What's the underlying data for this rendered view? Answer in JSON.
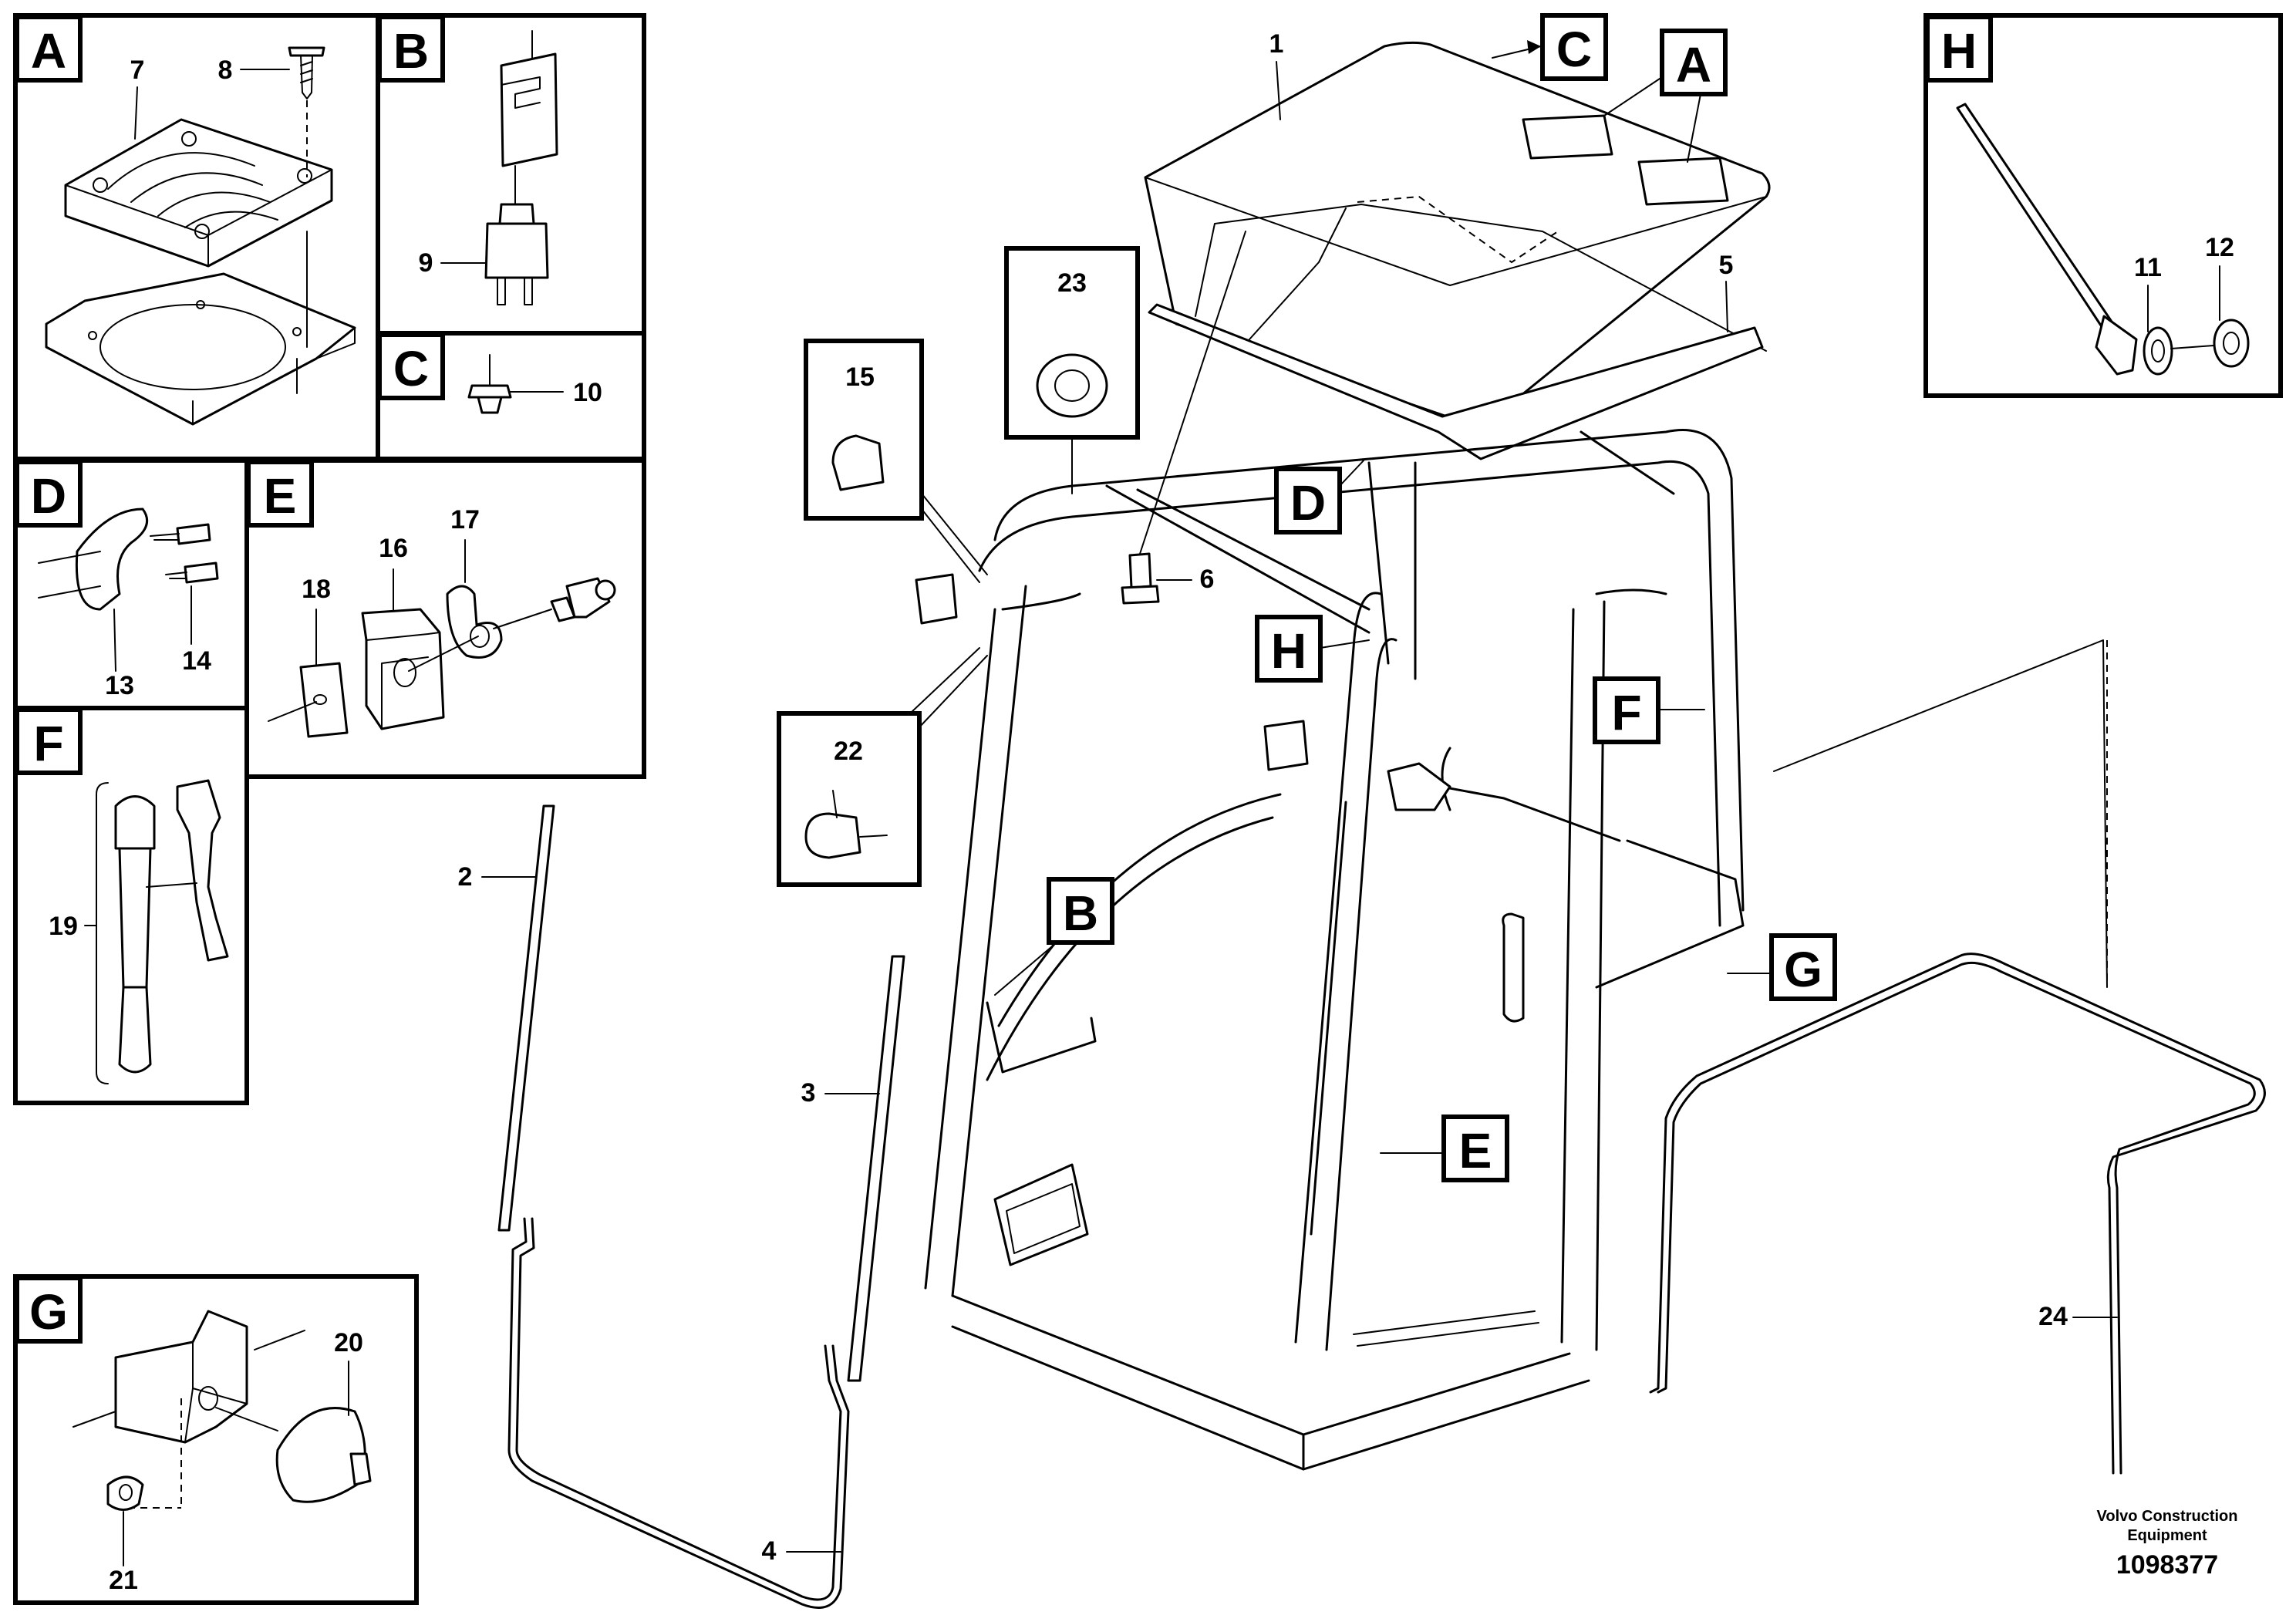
{
  "diagram": {
    "panels": {
      "A": "A",
      "B": "B",
      "C": "C",
      "D": "D",
      "E": "E",
      "F": "F",
      "G": "G",
      "H": "H"
    },
    "callout_tags": {
      "C": "C",
      "A": "A",
      "D": "D",
      "H": "H",
      "F": "F",
      "B": "B",
      "G": "G",
      "E": "E"
    },
    "part_numbers": {
      "p1": "1",
      "p2": "2",
      "p3": "3",
      "p4": "4",
      "p5": "5",
      "p6": "6",
      "p7": "7",
      "p8": "8",
      "p9": "9",
      "p10": "10",
      "p11": "11",
      "p12": "12",
      "p13": "13",
      "p14": "14",
      "p15": "15",
      "p16": "16",
      "p17": "17",
      "p18": "18",
      "p19": "19",
      "p20": "20",
      "p21": "21",
      "p22": "22",
      "p23": "23",
      "p24": "24"
    },
    "footer": {
      "company_line1": "Volvo Construction",
      "company_line2": "Equipment",
      "drawing_number": "1098377"
    }
  }
}
